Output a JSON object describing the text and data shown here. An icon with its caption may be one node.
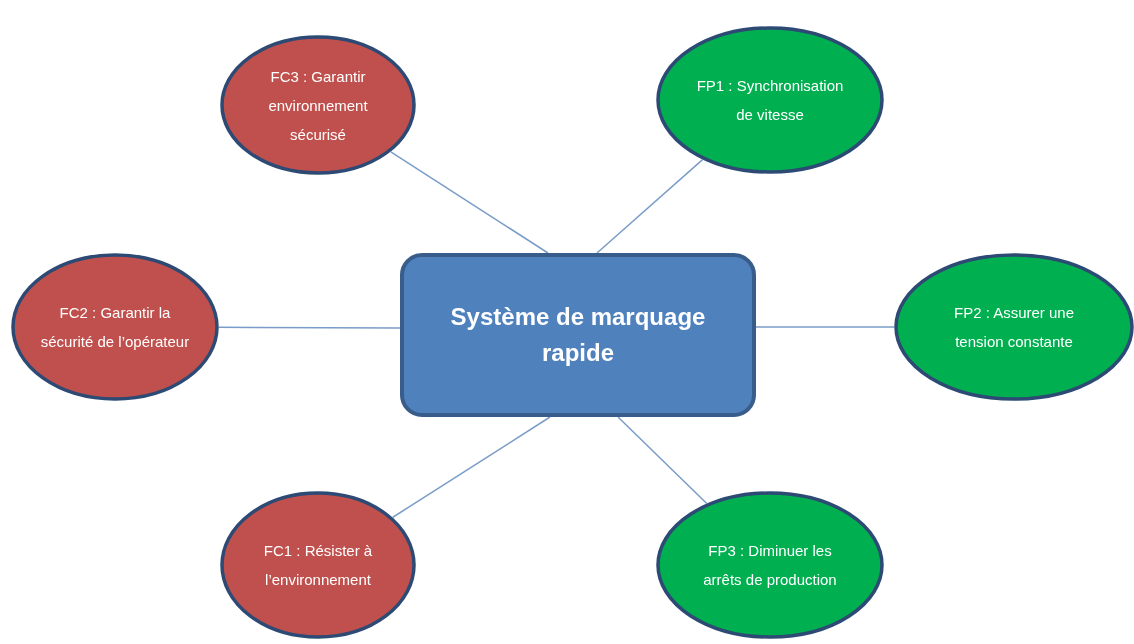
{
  "diagram": {
    "nodes": [
      {
        "text": [
          "FC3 : Garantir environnement sécurisé"
        ]
      },
      {
        "text": [
          "FP1 : Synchronisation de vitesse"
        ]
      },
      {
        "text": [
          "FC2 : Garantir la sécurité de l’opérateur"
        ]
      },
      {
        "text": [
          "Système de marquage rapide"
        ]
      },
      {
        "text": [
          "FP2 : Assurer une tension constante"
        ]
      },
      {
        "text": [
          "FC1 : Résister à l’environnement"
        ]
      },
      {
        "text": [
          "FP3 : Diminuer les arrêts de production"
        ]
      }
    ],
    "edges": [
      {
        "from": 3,
        "to": 0,
        "arrow": "none"
      },
      {
        "from": 3,
        "to": 1,
        "arrow": "none"
      },
      {
        "from": 3,
        "to": 2,
        "arrow": "none"
      },
      {
        "from": 3,
        "to": 4,
        "arrow": "none"
      },
      {
        "from": 3,
        "to": 5,
        "arrow": "none"
      },
      {
        "from": 3,
        "to": 6,
        "arrow": "none"
      }
    ]
  }
}
